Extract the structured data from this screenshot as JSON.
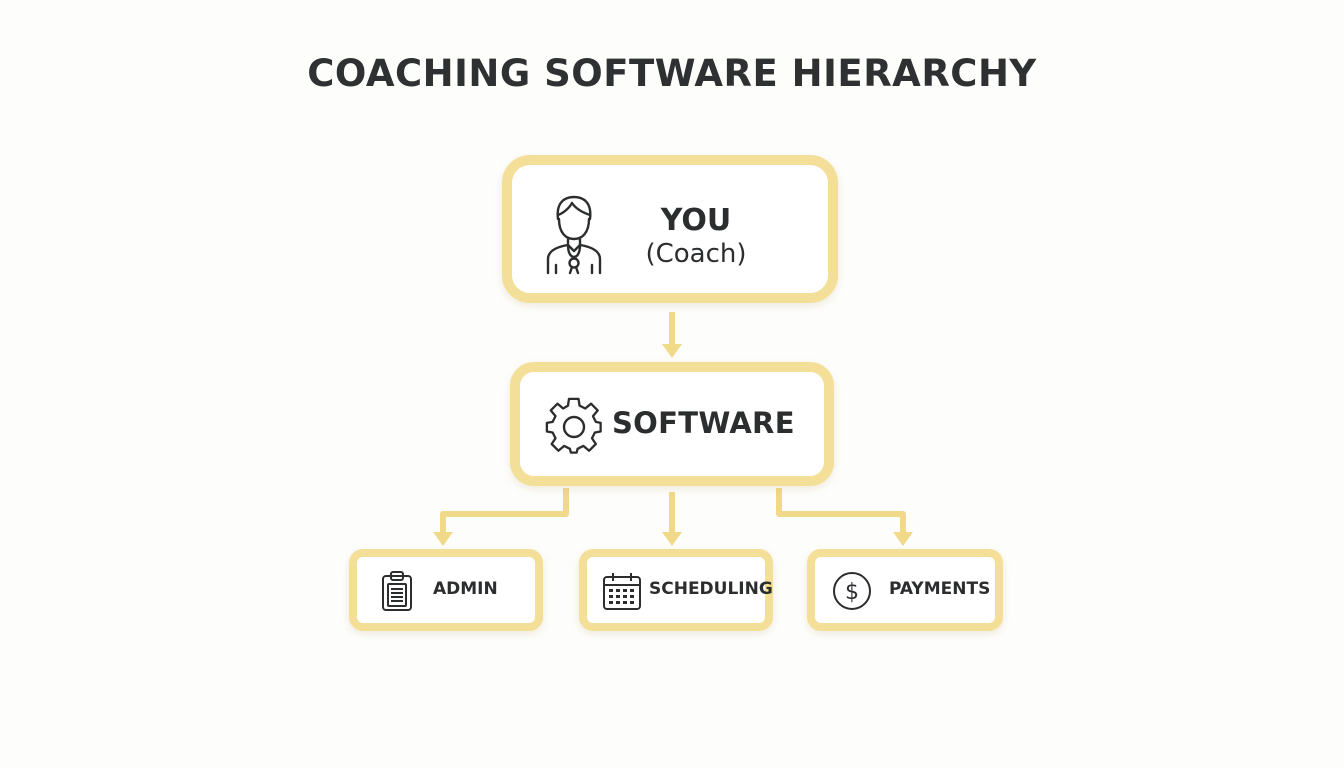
{
  "title": "COACHING SOFTWARE HIERARCHY",
  "colors": {
    "accent_border": "#f4df99",
    "connector": "#f1d98a",
    "text": "#2c2d2f"
  },
  "nodes": {
    "coach": {
      "title": "YOU",
      "subtitle": "(Coach)",
      "icon": "coach-whistle-person-icon"
    },
    "software": {
      "label": "SOFTWARE",
      "icon": "gear-icon"
    },
    "admin": {
      "label": "ADMIN",
      "icon": "clipboard-icon"
    },
    "scheduling": {
      "label": "SCHEDULING",
      "icon": "calendar-icon"
    },
    "payments": {
      "label": "PAYMENTS",
      "icon": "dollar-circle-icon"
    }
  },
  "edges": [
    {
      "from": "coach",
      "to": "software"
    },
    {
      "from": "software",
      "to": "admin"
    },
    {
      "from": "software",
      "to": "scheduling"
    },
    {
      "from": "software",
      "to": "payments"
    }
  ]
}
